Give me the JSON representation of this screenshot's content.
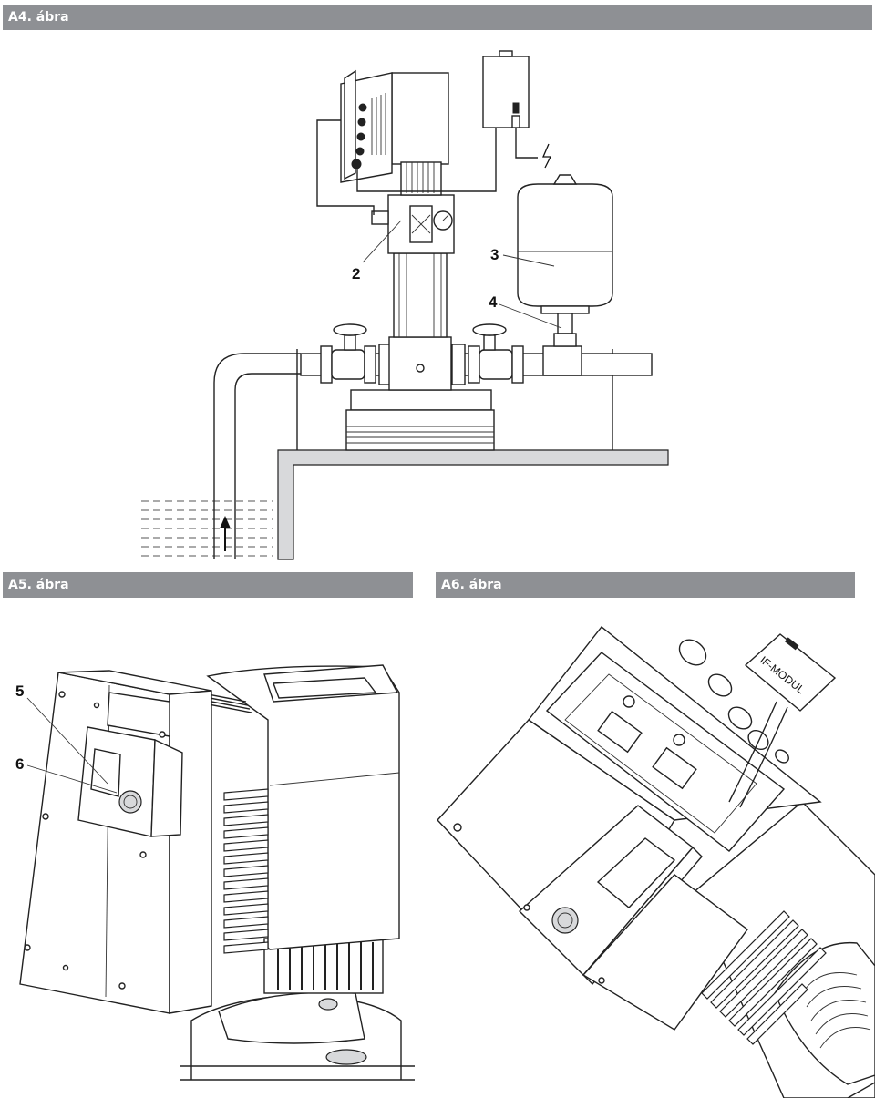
{
  "figures": {
    "a4": {
      "header": "A4. ábra",
      "callouts": [
        "2",
        "3",
        "4"
      ]
    },
    "a5": {
      "header": "A5. ábra",
      "callouts": [
        "5",
        "6"
      ]
    },
    "a6": {
      "header": "A6. ábra",
      "module_label": "IF-MODUL"
    }
  }
}
